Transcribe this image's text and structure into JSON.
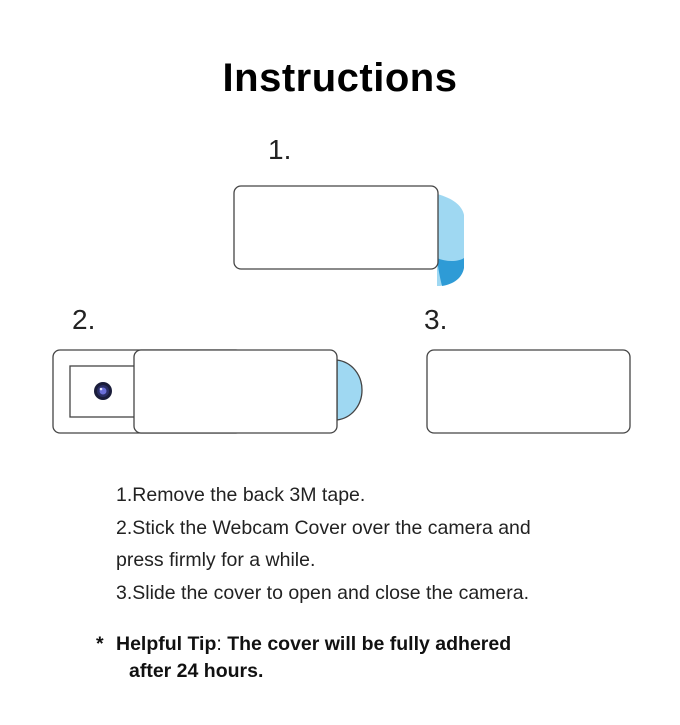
{
  "title": "Instructions",
  "steps": {
    "step1_label": "1.",
    "step2_label": "2.",
    "step3_label": "3."
  },
  "instructions": [
    "1.Remove the back 3M tape.",
    "2.Stick the Webcam Cover over the camera and",
    "press firmly for a while.",
    "3.Slide the cover to open and close the camera."
  ],
  "tip": {
    "marker": "*",
    "label": "Helpful Tip",
    "colon": ":",
    "text_line1": " The cover will be fully adhered",
    "text_line2": "after 24 hours."
  },
  "colors": {
    "tape_light": "#9fd8f2",
    "tape_dark": "#2e9bd6",
    "outline": "#444444",
    "lens_dark": "#1a1d3a",
    "lens_accent": "#6b6fd8"
  },
  "icons": [
    "tape-peel-icon",
    "webcam-lens-icon"
  ]
}
